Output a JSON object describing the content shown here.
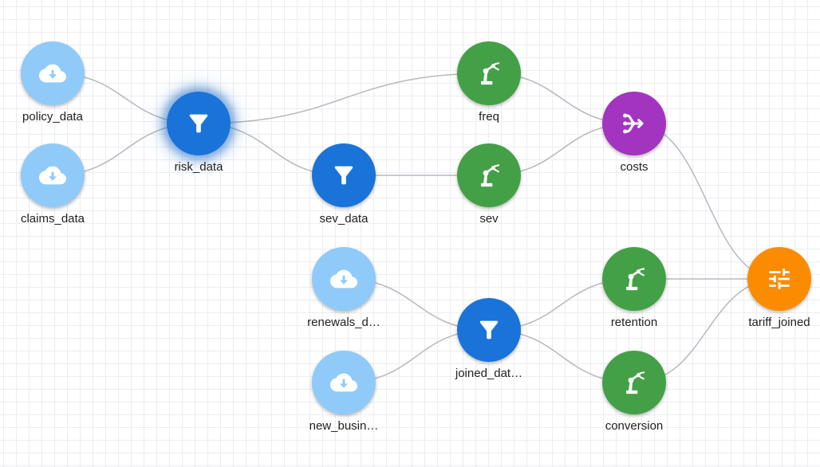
{
  "colors": {
    "cloud": "#90caf9",
    "filter": "#1a73d9",
    "robot": "#43a047",
    "merge": "#a334bf",
    "tune": "#fb8c00",
    "edge": "#b8b8bf"
  },
  "nodes": {
    "policy_data": {
      "label": "policy_data",
      "icon": "cloud-download-icon"
    },
    "claims_data": {
      "label": "claims_data",
      "icon": "cloud-download-icon"
    },
    "risk_data": {
      "label": "risk_data",
      "icon": "filter-icon"
    },
    "freq": {
      "label": "freq",
      "icon": "robot-arm-icon"
    },
    "sev_data": {
      "label": "sev_data",
      "icon": "filter-icon"
    },
    "sev": {
      "label": "sev",
      "icon": "robot-arm-icon"
    },
    "costs": {
      "label": "costs",
      "icon": "merge-arrows-icon"
    },
    "renewals_data": {
      "label": "renewals_d…",
      "icon": "cloud-download-icon"
    },
    "new_business": {
      "label": "new_busin…",
      "icon": "cloud-download-icon"
    },
    "joined_data": {
      "label": "joined_dat…",
      "icon": "filter-icon"
    },
    "retention": {
      "label": "retention",
      "icon": "robot-arm-icon"
    },
    "conversion": {
      "label": "conversion",
      "icon": "robot-arm-icon"
    },
    "tariff_joined": {
      "label": "tariff_joined",
      "icon": "tune-sliders-icon"
    }
  },
  "edges": [
    [
      "policy_data",
      "risk_data"
    ],
    [
      "claims_data",
      "risk_data"
    ],
    [
      "risk_data",
      "freq"
    ],
    [
      "risk_data",
      "sev_data"
    ],
    [
      "sev_data",
      "sev"
    ],
    [
      "freq",
      "costs"
    ],
    [
      "sev",
      "costs"
    ],
    [
      "costs",
      "tariff_joined"
    ],
    [
      "renewals_data",
      "joined_data"
    ],
    [
      "new_business",
      "joined_data"
    ],
    [
      "joined_data",
      "retention"
    ],
    [
      "joined_data",
      "conversion"
    ],
    [
      "retention",
      "tariff_joined"
    ],
    [
      "conversion",
      "tariff_joined"
    ]
  ],
  "selected_node": "risk_data"
}
